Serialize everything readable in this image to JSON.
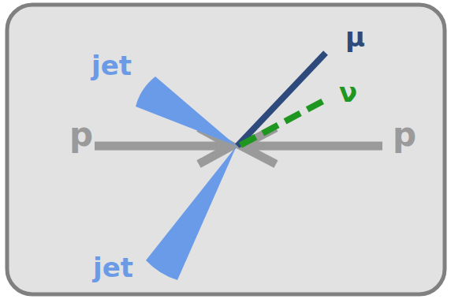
{
  "diagram": {
    "labels": [
      "μ",
      "jet",
      "ν",
      "p",
      "p",
      "jet"
    ]
  }
}
